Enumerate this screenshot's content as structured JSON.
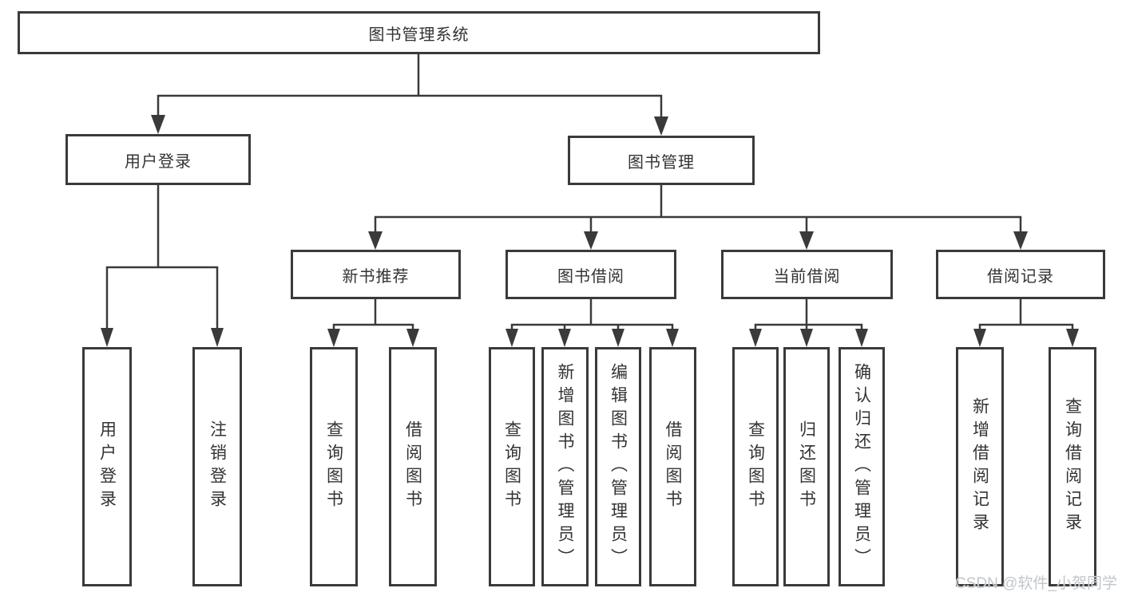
{
  "diagram": {
    "root": {
      "label": "图书管理系统",
      "children": [
        {
          "label": "用户登录",
          "children": [
            {
              "label": "用户登录"
            },
            {
              "label": "注销登录"
            }
          ]
        },
        {
          "label": "图书管理",
          "children": [
            {
              "label": "新书推荐",
              "children": [
                {
                  "label": "查询图书"
                },
                {
                  "label": "借阅图书"
                }
              ]
            },
            {
              "label": "图书借阅",
              "children": [
                {
                  "label": "查询图书"
                },
                {
                  "label": "新增图书（管理员）"
                },
                {
                  "label": "编辑图书（管理员）"
                },
                {
                  "label": "借阅图书"
                }
              ]
            },
            {
              "label": "当前借阅",
              "children": [
                {
                  "label": "查询图书"
                },
                {
                  "label": "归还图书"
                },
                {
                  "label": "确认归还（管理员）"
                }
              ]
            },
            {
              "label": "借阅记录",
              "children": [
                {
                  "label": "新增借阅记录"
                },
                {
                  "label": "查询借阅记录"
                }
              ]
            }
          ]
        }
      ]
    }
  },
  "watermark": {
    "text": "CSDN @软件_小贺同学"
  },
  "colors": {
    "line": "#3a3a3a",
    "box_border": "#3a3a3a",
    "text": "#333333",
    "watermark": "#c2c6ca",
    "background": "#ffffff"
  }
}
